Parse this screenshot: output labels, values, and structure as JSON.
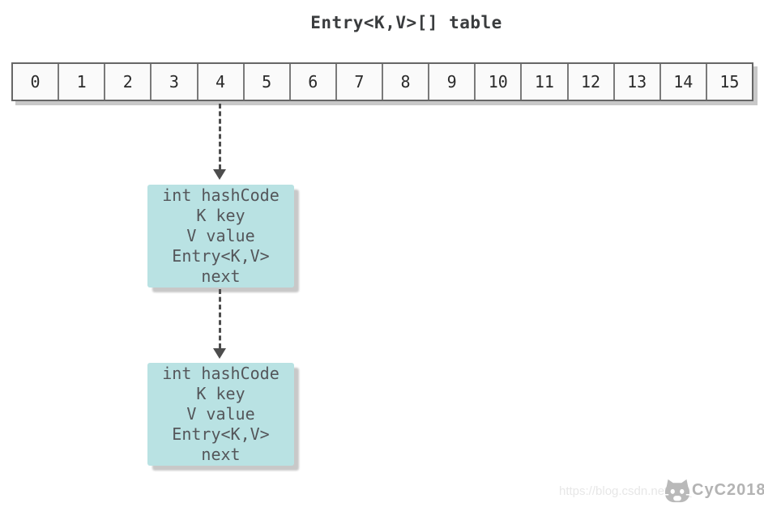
{
  "title": "Entry<K,V>[] table",
  "array": {
    "indices": [
      "0",
      "1",
      "2",
      "3",
      "4",
      "5",
      "6",
      "7",
      "8",
      "9",
      "10",
      "11",
      "12",
      "13",
      "14",
      "15"
    ],
    "linked_from_index": "4"
  },
  "nodes": [
    {
      "fields": [
        "int hashCode",
        "K key",
        "V value",
        "Entry<K,V>",
        "next"
      ]
    },
    {
      "fields": [
        "int hashCode",
        "K key",
        "V value",
        "Entry<K,V>",
        "next"
      ]
    }
  ],
  "watermark": {
    "url_text": "https://blog.csdn.net/qq_",
    "author": "CyC2018",
    "icon": "cat-logo-icon"
  },
  "colors": {
    "node_fill": "#b9e2e3",
    "node_text": "#54565a",
    "arrow_color": "#4d4d4d",
    "cell_border": "#666666",
    "cell_fill": "#fafafa",
    "shadow_color": "#c8c8c8",
    "title_color": "#3a3c3e",
    "index_color": "#2a2a2a",
    "wm_light": "#e7e7e7",
    "wm_gray": "#b3b3b3"
  }
}
